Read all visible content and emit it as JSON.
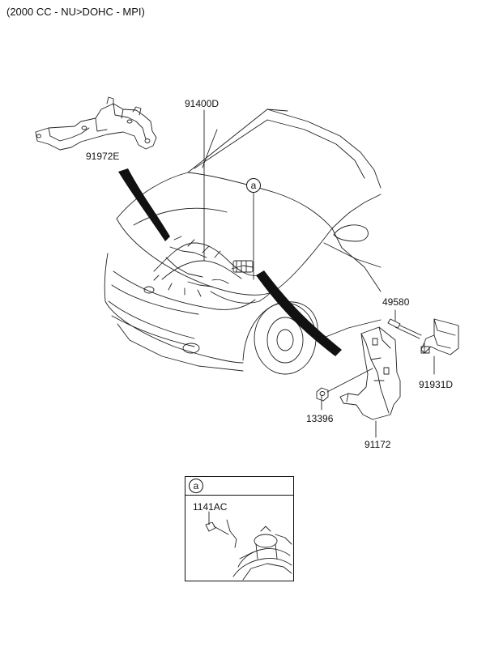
{
  "header": {
    "engine_spec": "(2000 CC - NU>DOHC - MPI)"
  },
  "parts": {
    "wiring_harness": "91400D",
    "bracket_top_left": "91972E",
    "bolt": "49580",
    "bracket_right": "91931D",
    "nut": "13396",
    "bracket_lower": "91172",
    "inset_bolt": "1141AC"
  },
  "callouts": {
    "detail_marker": "a"
  },
  "inset": {
    "marker": "a"
  }
}
